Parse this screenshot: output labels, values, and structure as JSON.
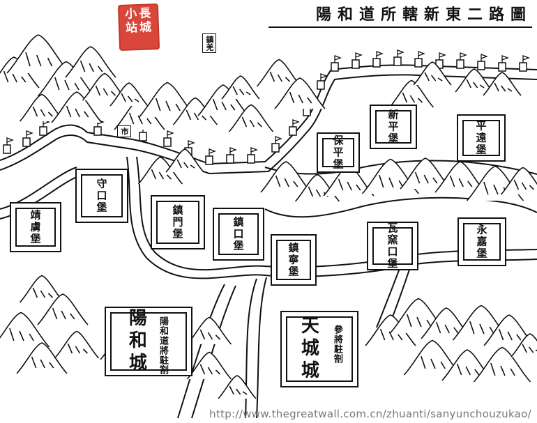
{
  "map": {
    "title": "陽和道所轄新東二路圖",
    "seal": [
      "長",
      "城",
      "小",
      "站"
    ],
    "watermark": "http://www.thegreatwall.com.cn/zhuanti/sanyunchouzukao/",
    "forts": [
      {
        "id": "shoukou",
        "label": "守口堡"
      },
      {
        "id": "jinglu",
        "label": "靖虜堡"
      },
      {
        "id": "zhenmen",
        "label": "鎮門堡"
      },
      {
        "id": "zhenkou",
        "label": "鎮口堡"
      },
      {
        "id": "zhenning",
        "label": "鎮寧堡"
      },
      {
        "id": "xinping",
        "label": "新平堡"
      },
      {
        "id": "baoping",
        "label": "保平堡"
      },
      {
        "id": "pingyuan",
        "label": "平遠堡"
      },
      {
        "id": "xiemen",
        "label": "瓦窯口堡"
      },
      {
        "id": "yongjia",
        "label": "永嘉堡"
      }
    ],
    "cities": [
      {
        "id": "yanghe",
        "label": "陽和城",
        "sub": "陽和道將駐劄"
      },
      {
        "id": "tiancheng",
        "label": "天城城",
        "sub": "參將駐劄"
      }
    ],
    "small_labels": [
      "鎮羌",
      "市"
    ]
  }
}
